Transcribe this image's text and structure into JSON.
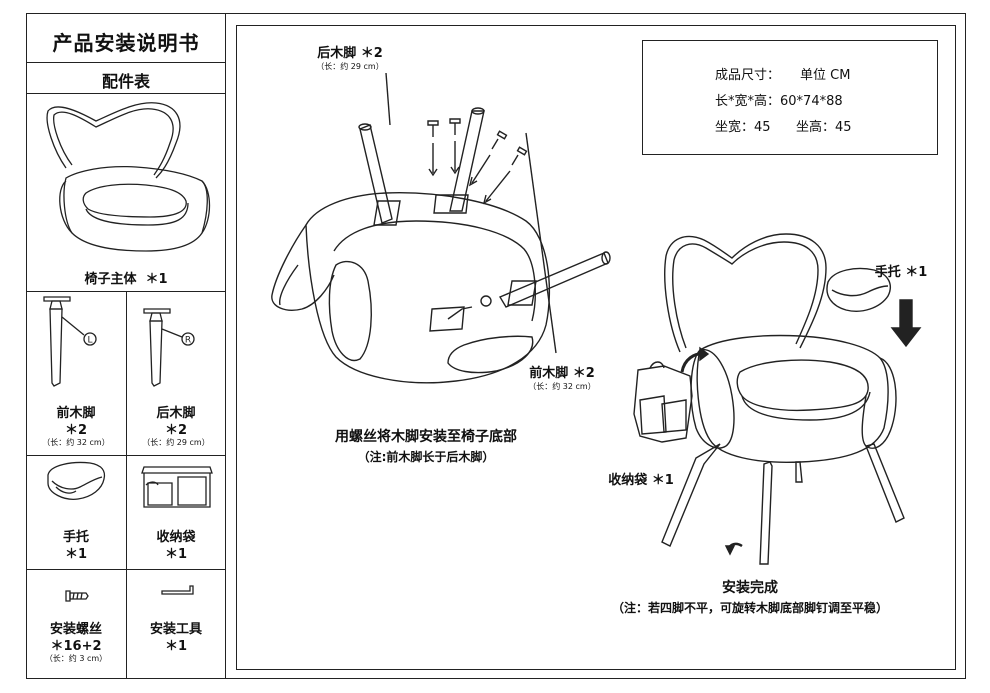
{
  "manual": {
    "title": "产品安装说明书",
    "parts_table_title": "配件表"
  },
  "parts": {
    "chair_body": {
      "name": "椅子主体",
      "qty": "＊1"
    },
    "front_leg": {
      "name": "前木脚",
      "qty": "＊2",
      "note": "（长：约 32 cm）",
      "marker": "L"
    },
    "back_leg": {
      "name": "后木脚",
      "qty": "＊2",
      "note": "（长：约 29 cm）",
      "marker": "R"
    },
    "armrest": {
      "name": "手托",
      "qty": "＊1"
    },
    "storage_bag": {
      "name": "收纳袋",
      "qty": "＊1"
    },
    "screws": {
      "name": "安装螺丝",
      "qty": "＊16+2",
      "note": "（长：约 3 cm）"
    },
    "tool": {
      "name": "安装工具",
      "qty": "＊1"
    }
  },
  "specs": {
    "size_label": "成品尺寸：",
    "unit": "单位 CM",
    "dims": "长*宽*高：60*74*88",
    "seat_width": "坐宽：45",
    "seat_height": "坐高：45"
  },
  "step1": {
    "back_leg_callout": "后木脚 ＊2",
    "back_leg_note": "（长：约 29 cm）",
    "front_leg_callout": "前木脚 ＊2",
    "front_leg_note": "（长：约 32 cm）",
    "caption": "用螺丝将木脚安装至椅子底部",
    "caption_note": "（注:前木脚长于后木脚）"
  },
  "step2": {
    "armrest_callout": "手托 ＊1",
    "bag_callout": "收纳袋 ＊1",
    "caption": "安装完成",
    "caption_note": "（注：若四脚不平，可旋转木脚底部脚钉调至平稳）"
  },
  "icons": [
    "chair-icon",
    "front-leg-icon",
    "back-leg-icon",
    "armrest-icon",
    "storage-bag-icon",
    "screw-icon",
    "hex-key-icon",
    "down-arrow-icon",
    "rotate-arrow-icon"
  ]
}
